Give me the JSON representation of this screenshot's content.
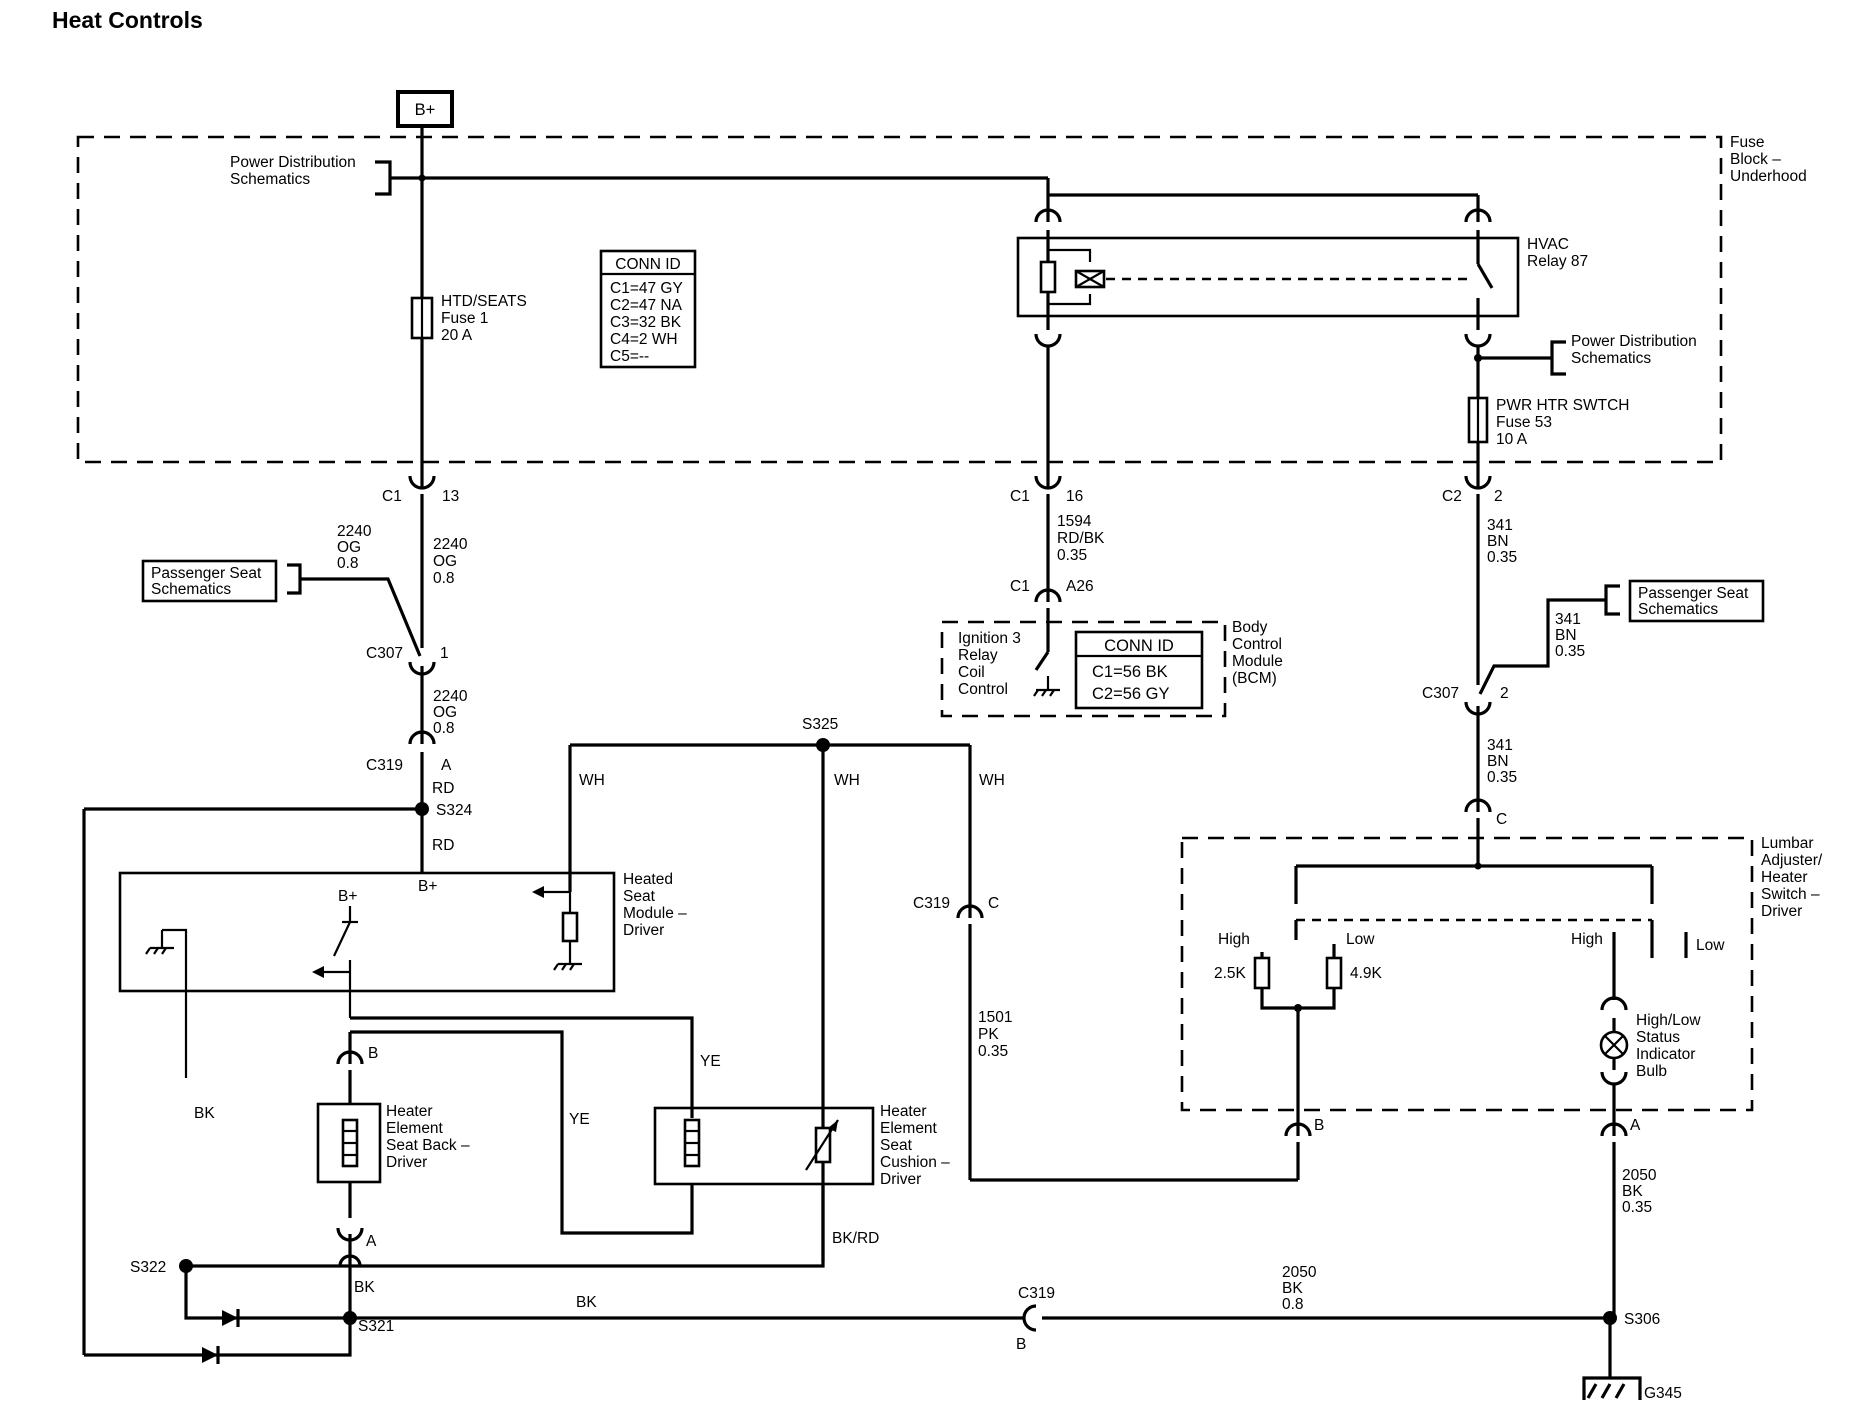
{
  "title": "Heat Controls",
  "colors": {
    "ink": "#000000",
    "paper": "#ffffff"
  },
  "battery": "B+",
  "fuse_block": {
    "name": "Fuse Block – Underhood",
    "name_lines": [
      "Fuse",
      "Block –",
      "Underhood"
    ]
  },
  "power_dist": {
    "lines": [
      "Power Distribution",
      "Schematics"
    ]
  },
  "conn_id_fuse_block": {
    "header": "CONN ID",
    "items": [
      "C1=47 GY",
      "C2=47 NA",
      "C3=32 BK",
      "C4=2 WH",
      "C5=--"
    ]
  },
  "fuse1": {
    "lines": [
      "HTD/SEATS",
      "Fuse 1",
      "20 A"
    ]
  },
  "hvac_relay": {
    "lines": [
      "HVAC",
      "Relay 87"
    ]
  },
  "fuse53": {
    "lines": [
      "PWR HTR SWTCH",
      "Fuse 53",
      "10 A"
    ]
  },
  "connectors": {
    "c1_13": {
      "name": "C1",
      "pin": "13"
    },
    "c1_16": {
      "name": "C1",
      "pin": "16"
    },
    "c2_2": {
      "name": "C2",
      "pin": "2"
    },
    "c1_a26": {
      "name": "C1",
      "pin": "A26"
    },
    "c307_1": {
      "name": "C307",
      "pin": "1"
    },
    "c307_2": {
      "name": "C307",
      "pin": "2"
    },
    "c319_a": {
      "name": "C319",
      "pin": "A"
    },
    "c319_c": {
      "name": "C319",
      "pin": "C"
    },
    "c319_b": {
      "name": "C319",
      "pin": "B"
    },
    "lumbar_c": "C",
    "lumbar_b": "B",
    "lumbar_a": "A",
    "seatback_b": "B",
    "seatback_a": "A"
  },
  "wires": {
    "og_2240_a": [
      "2240",
      "OG",
      "0.8"
    ],
    "og_2240_b": [
      "2240",
      "OG",
      "0.8"
    ],
    "og_2240_c": [
      "2240",
      "OG",
      "0.8"
    ],
    "rdbk_1594": [
      "1594",
      "RD/BK",
      "0.35"
    ],
    "bn_341_a": [
      "341",
      "BN",
      "0.35"
    ],
    "bn_341_b": [
      "341",
      "BN",
      "0.35"
    ],
    "bn_341_c": [
      "341",
      "BN",
      "0.35"
    ],
    "pk_1501": [
      "1501",
      "PK",
      "0.35"
    ],
    "bk_2050_a": [
      "2050",
      "BK",
      "0.35"
    ],
    "bk_2050_b": [
      "2050",
      "BK",
      "0.8"
    ],
    "rd_a": "RD",
    "rd_b": "RD",
    "wh_a": "WH",
    "wh_b": "WH",
    "wh_c": "WH",
    "ye_a": "YE",
    "ye_b": "YE",
    "bk_a": "BK",
    "bk_b": "BK",
    "bk_c": "BK",
    "bkrd": "BK/RD"
  },
  "passenger_seat_left": {
    "lines": [
      "Passenger Seat",
      "Schematics"
    ]
  },
  "passenger_seat_right": {
    "lines": [
      "Passenger Seat",
      "Schematics"
    ]
  },
  "power_dist_right": {
    "lines": [
      "Power Distribution",
      "Schematics"
    ]
  },
  "bcm": {
    "name_lines": [
      "Body",
      "Control",
      "Module",
      "(BCM)"
    ],
    "ign_lines": [
      "Ignition 3",
      "Relay",
      "Coil",
      "Control"
    ],
    "conn_id": {
      "header": "CONN ID",
      "items": [
        "C1=56 BK",
        "C2=56 GY"
      ]
    }
  },
  "splices": {
    "s325": "S325",
    "s324": "S324",
    "s322": "S322",
    "s321": "S321",
    "s306": "S306"
  },
  "heated_seat_module": {
    "name_lines": [
      "Heated",
      "Seat",
      "Module –",
      "Driver"
    ],
    "bplus": "B+",
    "bplus_inner": "B+"
  },
  "seat_back": {
    "lines": [
      "Heater",
      "Element",
      "Seat Back –",
      "Driver"
    ]
  },
  "seat_cushion": {
    "lines": [
      "Heater",
      "Element",
      "Seat",
      "Cushion –",
      "Driver"
    ]
  },
  "lumbar": {
    "name_lines": [
      "Lumbar",
      "Adjuster/",
      "Heater",
      "Switch –",
      "Driver"
    ],
    "high_left": "High",
    "low_left": "Low",
    "high_right": "High",
    "low_right": "Low",
    "r_high": "2.5K",
    "r_low": "4.9K",
    "bulb_lines": [
      "High/Low",
      "Status",
      "Indicator",
      "Bulb"
    ]
  },
  "ground": "G345"
}
